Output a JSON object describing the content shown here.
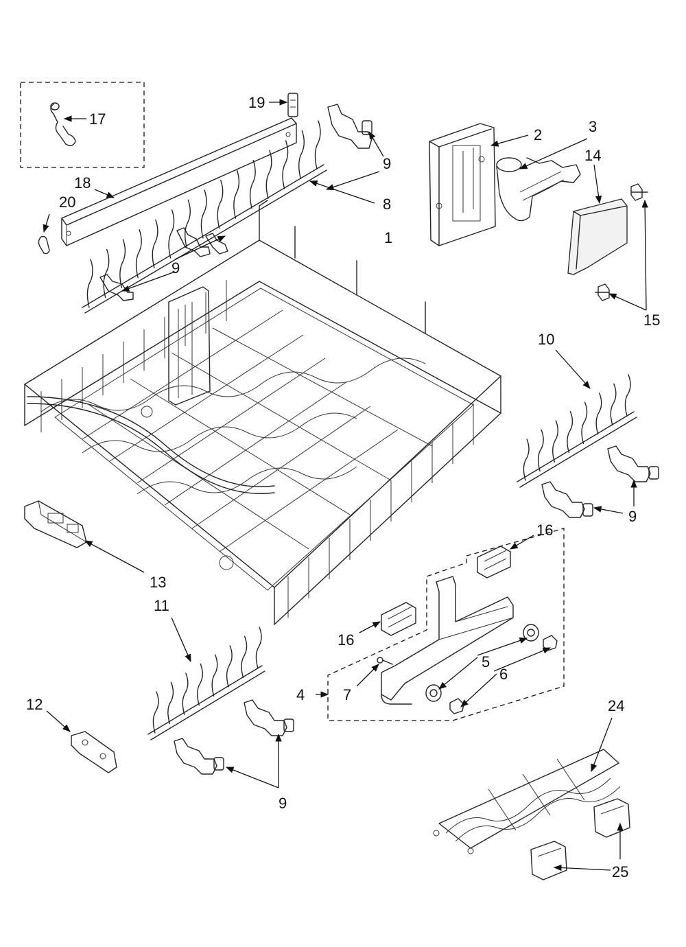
{
  "callouts": {
    "c1": "1",
    "c2": "2",
    "c3": "3",
    "c4": "4",
    "c5": "5",
    "c6a": "6",
    "c7": "7",
    "c8": "8",
    "c9a": "9",
    "c9b": "9",
    "c9c": "9",
    "c9d": "9",
    "c10": "10",
    "c11": "11",
    "c12": "12",
    "c13": "13",
    "c14": "14",
    "c15": "15",
    "c16a": "16",
    "c16b": "16",
    "c17": "17",
    "c18": "18",
    "c19": "19",
    "c20": "20",
    "c24": "24",
    "c25": "25"
  }
}
